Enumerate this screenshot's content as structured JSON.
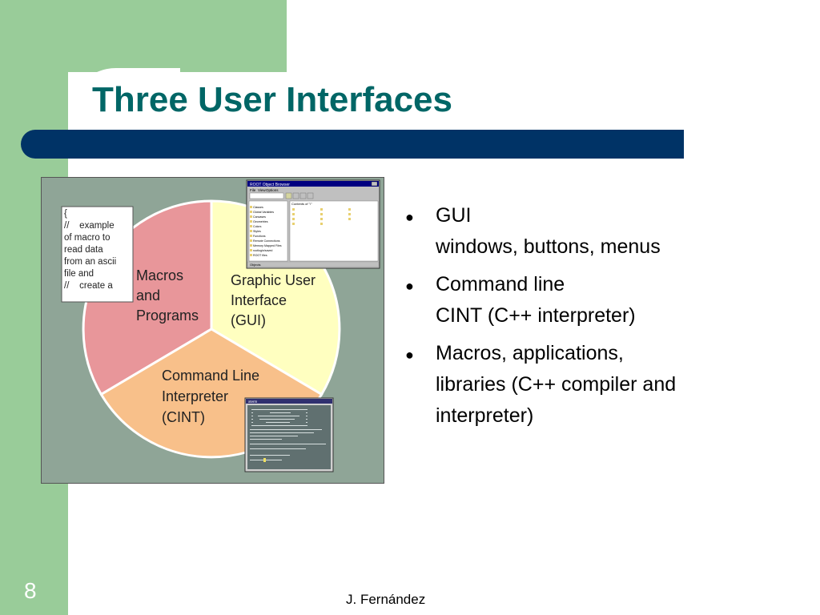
{
  "slide": {
    "title": "Three User Interfaces",
    "page_number": "8",
    "footer": "J. Fernández"
  },
  "figure": {
    "sectors": [
      {
        "lines": [
          "Macros",
          "and",
          "Programs"
        ],
        "color": "#e8969a"
      },
      {
        "lines": [
          "Graphic User",
          "Interface",
          "(GUI)"
        ],
        "color": "#ffffc0"
      },
      {
        "lines": [
          "Command Line",
          "Interpreter",
          "(CINT)"
        ],
        "color": "#f8c08a"
      }
    ],
    "macro_note": [
      "{",
      "//    example",
      "of macro to",
      "read data",
      "from an ascii",
      "file and",
      "//    create a"
    ],
    "gui_window": {
      "title": "ROOT Object Browser",
      "menu": [
        "File",
        "View",
        "Options"
      ],
      "folder": "Contents of \"/\"",
      "items": [
        "Classes",
        "Global Variables",
        "Canvases",
        "Geometries",
        "Colors",
        "Styles",
        "Functions",
        "Remote Connections",
        "Memory Mapped Files",
        "rootlogin/saved",
        "ROOT files"
      ],
      "status": "Objects"
    },
    "cint_window": {
      "title": "xterm"
    }
  },
  "bullets": [
    {
      "line1": "GUI",
      "line2": "windows, buttons, menus"
    },
    {
      "line1": "Command line",
      "line2": "CINT (C++ interpreter)"
    },
    {
      "line1": "Macros, applications,",
      "line2": "libraries (C++ compiler and",
      "line3": "interpreter)"
    }
  ]
}
